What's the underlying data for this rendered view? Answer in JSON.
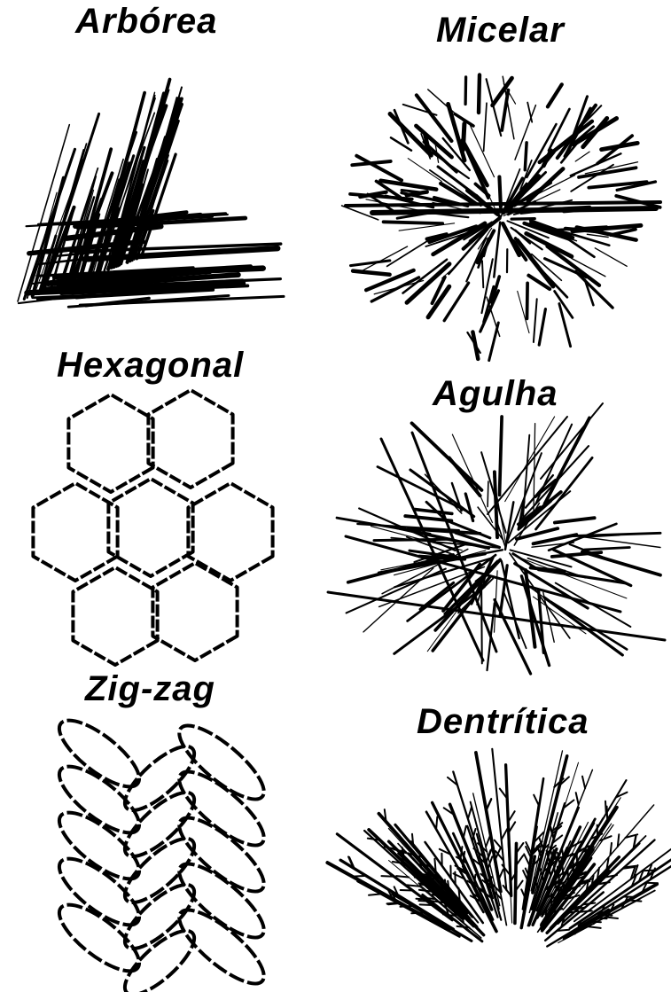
{
  "labels": {
    "arborea": "Arbórea",
    "micelar": "Micelar",
    "hexagonal": "Hexagonal",
    "agulha": "Agulha",
    "zigzag": "Zig-zag",
    "dentritica": "Dentrítica"
  },
  "colors": {
    "ink": "#000000",
    "background": "#ffffff"
  }
}
